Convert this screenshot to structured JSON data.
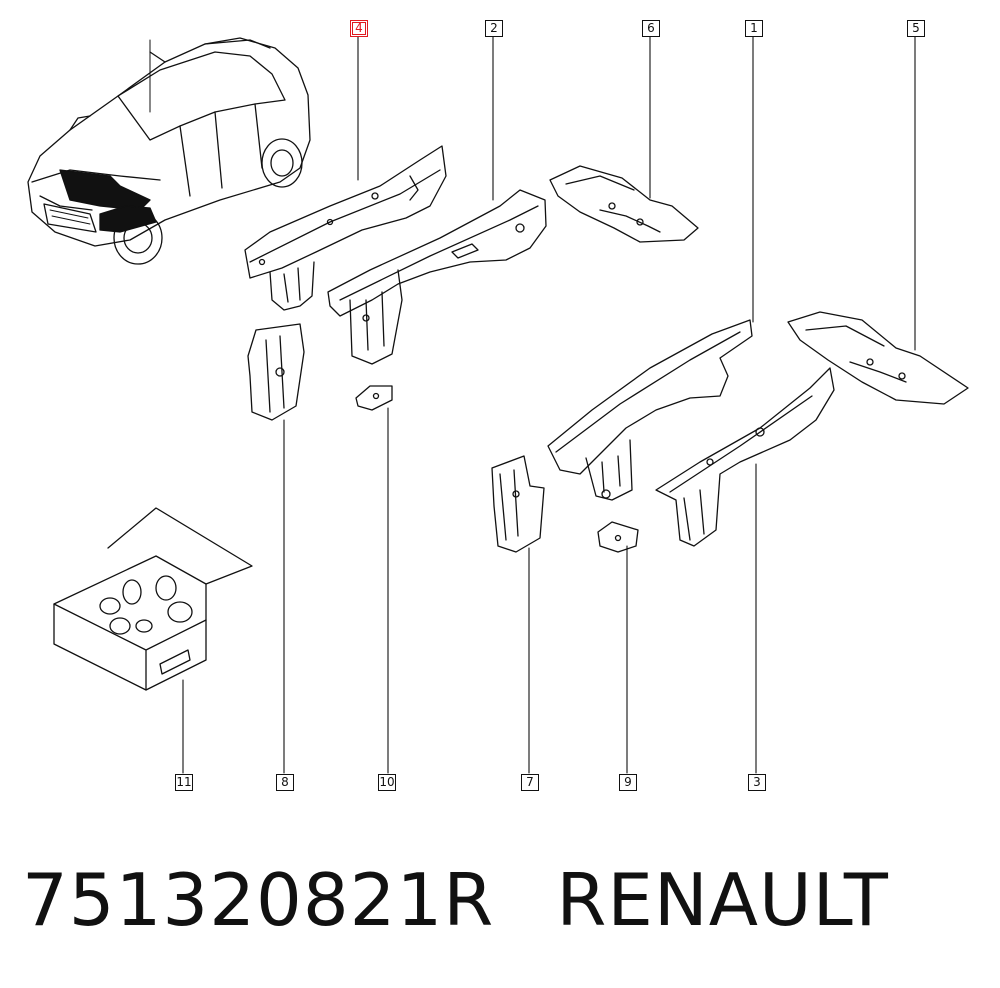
{
  "diagram": {
    "parts": [
      {
        "ref": "4",
        "highlighted": true
      },
      {
        "ref": "2",
        "highlighted": false
      },
      {
        "ref": "6",
        "highlighted": false
      },
      {
        "ref": "1",
        "highlighted": false
      },
      {
        "ref": "5",
        "highlighted": false
      },
      {
        "ref": "11",
        "highlighted": false
      },
      {
        "ref": "8",
        "highlighted": false
      },
      {
        "ref": "10",
        "highlighted": false
      },
      {
        "ref": "7",
        "highlighted": false
      },
      {
        "ref": "9",
        "highlighted": false
      },
      {
        "ref": "3",
        "highlighted": false
      }
    ]
  },
  "footer": {
    "part_number": "751320821R",
    "brand": "RENAULT"
  },
  "colors": {
    "line": "#111111",
    "highlight": "#e0191f",
    "background": "#ffffff"
  }
}
